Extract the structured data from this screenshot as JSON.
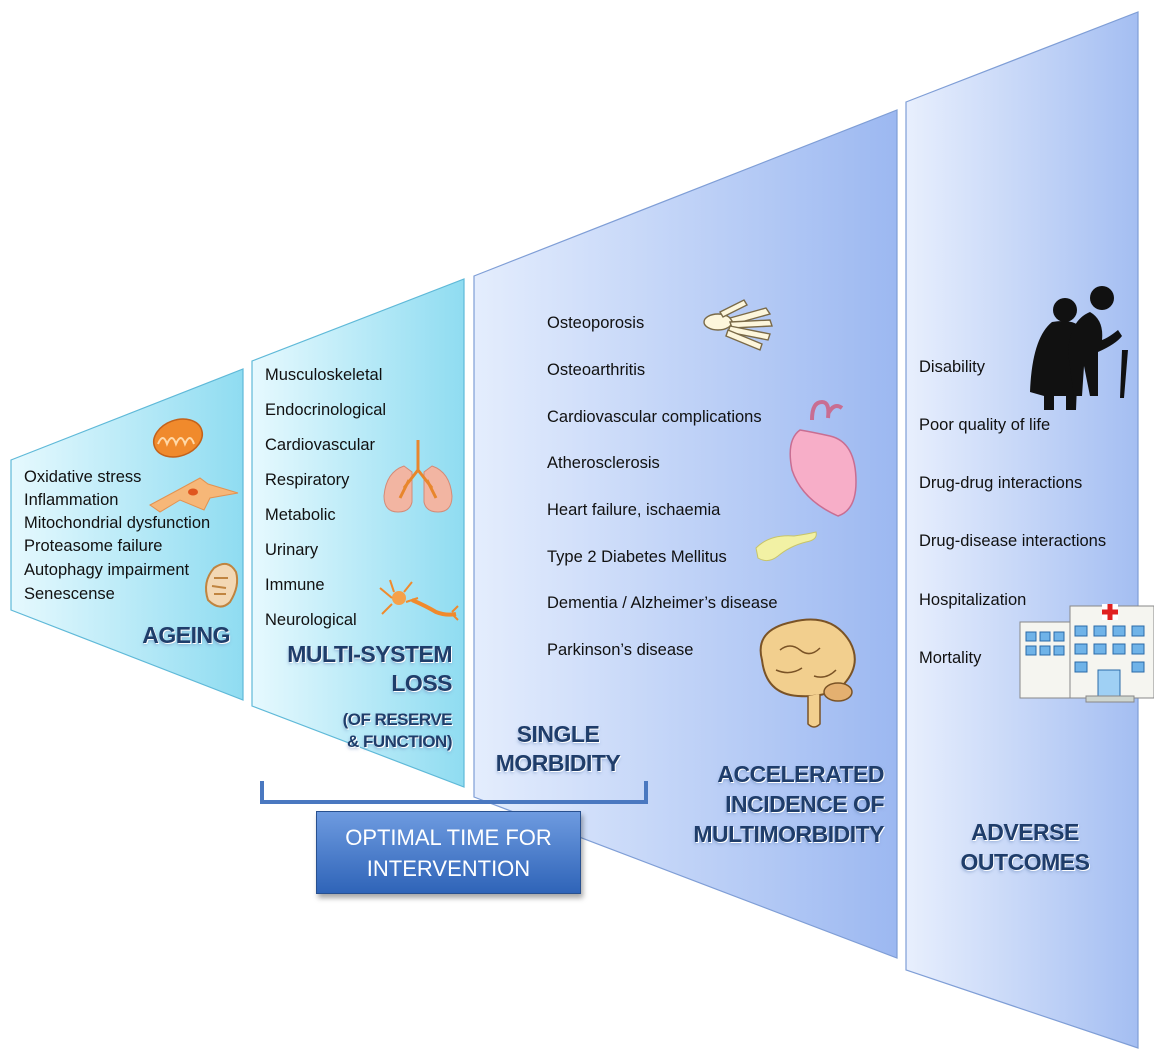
{
  "panels": {
    "ageing": {
      "heading": "AGEING",
      "items": [
        "Oxidative stress",
        "Inflammation",
        "Mitochondrial dysfunction",
        "Proteasome failure",
        "Autophagy impairment",
        "Senescense"
      ]
    },
    "multisystem": {
      "heading_line1": "MULTI-SYSTEM",
      "heading_line2": "LOSS",
      "sub_line1": "(OF RESERVE",
      "sub_line2": "& FUNCTION)",
      "items": [
        "Musculoskeletal",
        "Endocrinological",
        "Cardiovascular",
        "Respiratory",
        "Metabolic",
        "Urinary",
        "Immune",
        "Neurological"
      ]
    },
    "morbidity": {
      "single_line1": "SINGLE",
      "single_line2": "MORBIDITY",
      "heading_line1": "ACCELERATED",
      "heading_line2": "INCIDENCE OF",
      "heading_line3": "MULTIMORBIDITY",
      "items": [
        "Osteoporosis",
        "Osteoarthritis",
        "Cardiovascular complications",
        "Atherosclerosis",
        "Heart failure, ischaemia",
        "Type 2 Diabetes Mellitus",
        "Dementia / Alzheimer’s disease",
        "Parkinson’s disease"
      ]
    },
    "outcomes": {
      "heading_line1": "ADVERSE",
      "heading_line2": "OUTCOMES",
      "items": [
        "Disability",
        "Poor quality of life",
        "Drug-drug interactions",
        "Drug-disease interactions",
        "Hospitalization",
        "Mortality"
      ]
    }
  },
  "intervention": {
    "line1": "OPTIMAL TIME FOR",
    "line2": "INTERVENTION"
  },
  "icons": [
    "mitochondrion-icon",
    "cell-icon",
    "autophagosome-icon",
    "lungs-icon",
    "neuron-icon",
    "hand-bones-icon",
    "heart-icon",
    "pancreas-icon",
    "brain-icon",
    "elderly-couple-icon",
    "hospital-icon"
  ],
  "colors": {
    "panel_cyan": "#9fe3f4",
    "panel_blue": "#a9c3f4",
    "heading_navy": "#1f3d6a",
    "button_blue": "#3a6fc4"
  }
}
